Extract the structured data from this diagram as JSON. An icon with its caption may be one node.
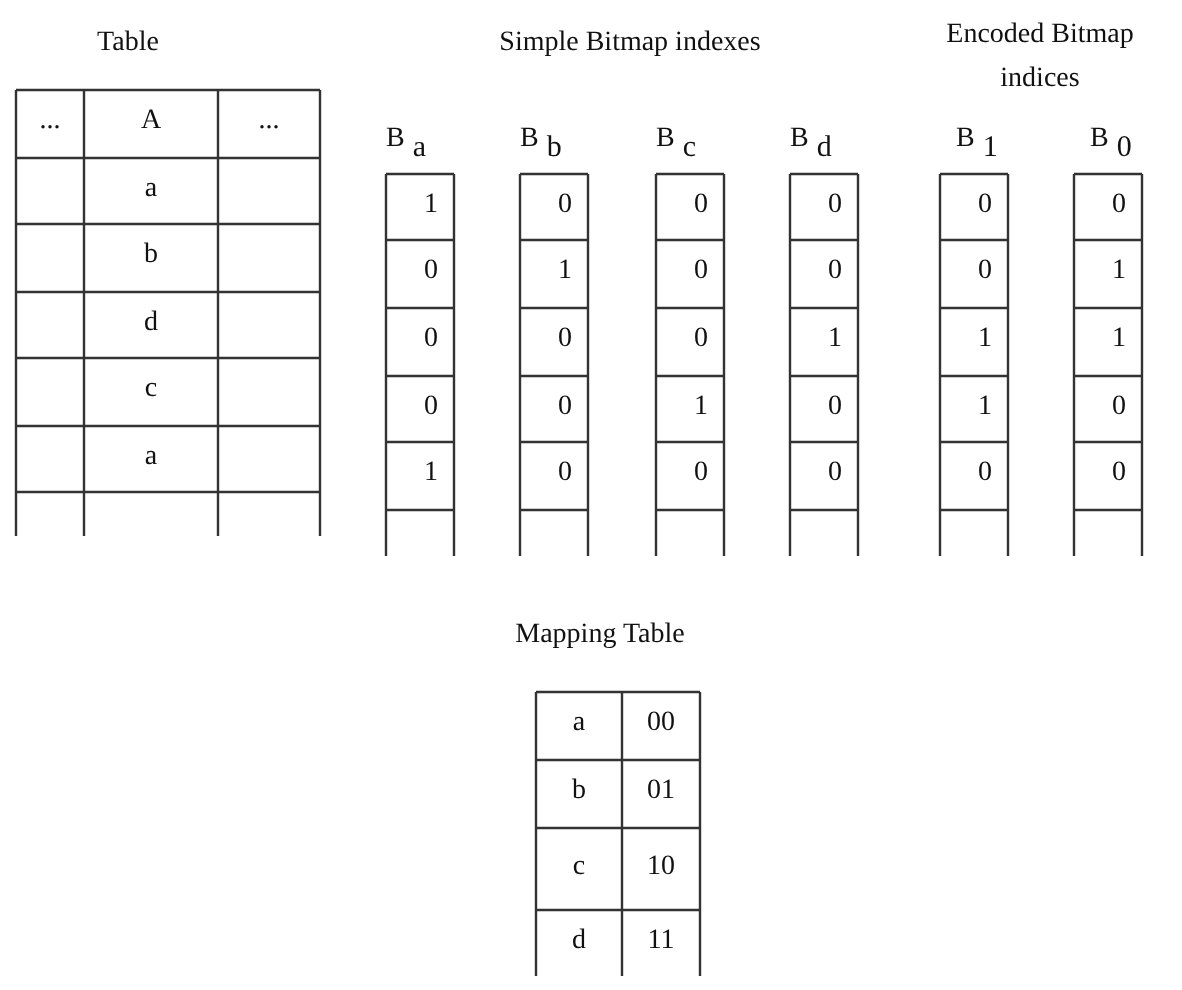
{
  "diagram": {
    "labels": [
      "Table",
      "Simple Bitmap indexes",
      "Encoded Bitmap indices",
      "B$_{a}$",
      "B$_{b}$",
      "B$_{c}$",
      "B$_{d}$",
      "B$_{1}$",
      "B$_{0}$",
      "...",
      "A",
      "...",
      "a",
      "b",
      "d",
      "c",
      "a",
      "1",
      "0",
      "0",
      "0",
      "0",
      "0",
      "0",
      "1",
      "0",
      "0",
      "0",
      "1",
      "0",
      "0",
      "0",
      "1",
      "1",
      "1",
      "0",
      "0",
      "1",
      "0",
      "1",
      "0",
      "1",
      "0",
      "0",
      "0",
      "0",
      "0",
      "Mapping Table",
      "a",
      "00",
      "b",
      "01",
      "c",
      "10",
      "d",
      "11"
    ]
  }
}
